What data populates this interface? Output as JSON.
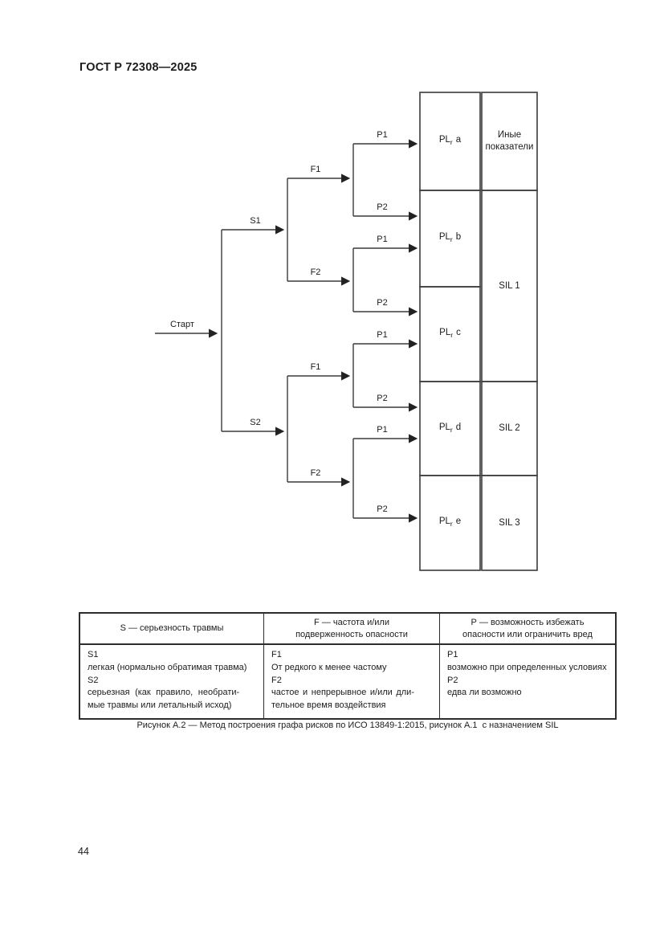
{
  "document": {
    "header": "ГОСТ Р 72308—2025",
    "figure_caption": "Рисунок А.2 — Метод построения графа рисков по ИСО 13849-1:2015, рисунок А.1  с назначением SIL",
    "page_number": "44"
  },
  "diagram": {
    "start_label": "Старт",
    "labels": {
      "s1": "S1",
      "s2": "S2",
      "f1": "F1",
      "f2": "F2",
      "p1": "P1",
      "p2": "P2"
    },
    "pl_base": "PL",
    "pl_sub": "r",
    "pl_letters": [
      "a",
      "b",
      "c",
      "d",
      "e"
    ],
    "other_indicators": {
      "line1": "Иные",
      "line2": "показатели"
    },
    "sil_labels": [
      "SIL 1",
      "SIL 2",
      "SIL 3"
    ]
  },
  "table": {
    "headers": {
      "s": {
        "line1": "S — серьезность травмы"
      },
      "f": {
        "line1": "F — частота и/или",
        "line2": "подверженность опасности"
      },
      "p": {
        "line1": "Р — возможность избежать",
        "line2": "опасности или ограничить вред"
      }
    },
    "body": {
      "s": [
        "S1",
        "легкая (нормально обратимая травма)",
        "S2",
        "серьезная (как правило, необрати-",
        "мые травмы или летальный исход)"
      ],
      "f": [
        "F1",
        "От редкого к менее частому",
        "F2",
        "частое и непрерывное и/или дли-",
        "тельное время воздействия"
      ],
      "p": [
        "P1",
        "возможно при определенных условиях",
        "P2",
        "едва ли возможно"
      ]
    }
  }
}
